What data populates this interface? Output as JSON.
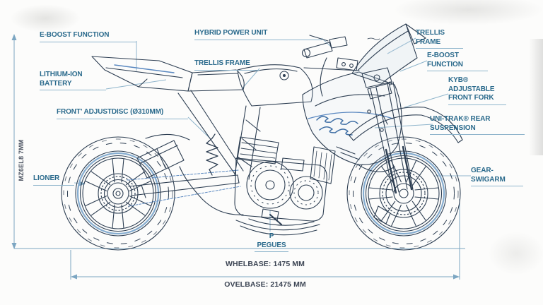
{
  "diagram_title": "motorcycle-technical-blueprint",
  "colors": {
    "line_art": "#2d3e52",
    "blue_accent": "#5a88c0",
    "label_text": "#2a6a8c",
    "leader_line": "#8fb5cc",
    "dimension_line": "#7ca6c2",
    "dimension_text": "#3c4554",
    "background": "#fcfcfb"
  },
  "labels": {
    "e_boost_left": "E-BOOST FUNCTION",
    "lithium_1": "LITHIUM-ION",
    "lithium_2": "BATTERY",
    "hybrid": "HYBRID POWER UNIT",
    "trellis_left": "TRELLIS FRAME",
    "trellis_right": "TRELLIS FRAME",
    "e_boost_right": "E-BOOST FUNCTION",
    "kyb_1": "KYB® ADJUSTABLE",
    "kyb_2": "FRONT FORK",
    "front_disc": "FRONT' ADJUSTDISC (Ø310MM)",
    "uni_trak": "UNI-TRAK® REAR SUSPENSION",
    "liner": "LIONER",
    "gear_swingarm": "GEAR-SWIGARM",
    "pegs": "P PEGUES",
    "height_vertical": "MZ6EL8 7MM"
  },
  "dimensions": {
    "wheelbase": "WHELBASE: 1475 MM",
    "overall": "OVELBASE: 21475 MM"
  }
}
